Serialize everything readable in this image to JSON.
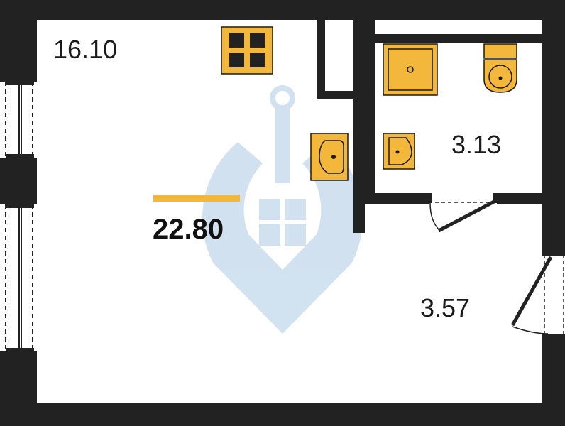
{
  "plan": {
    "total_area": "22.80",
    "rooms": [
      {
        "id": "living-room",
        "area": "16.10"
      },
      {
        "id": "bathroom",
        "area": "3.13"
      },
      {
        "id": "hallway",
        "area": "3.57"
      }
    ]
  },
  "colors": {
    "wall": "#222222",
    "fixture": "#f3b73c",
    "fixture_stroke": "#1a1a1a",
    "watermark": "#cfe0ef",
    "accent_bar": "#f3b73c",
    "background": "#ffffff"
  },
  "icons": {
    "watermark": "anchor-house-watermark-icon"
  }
}
